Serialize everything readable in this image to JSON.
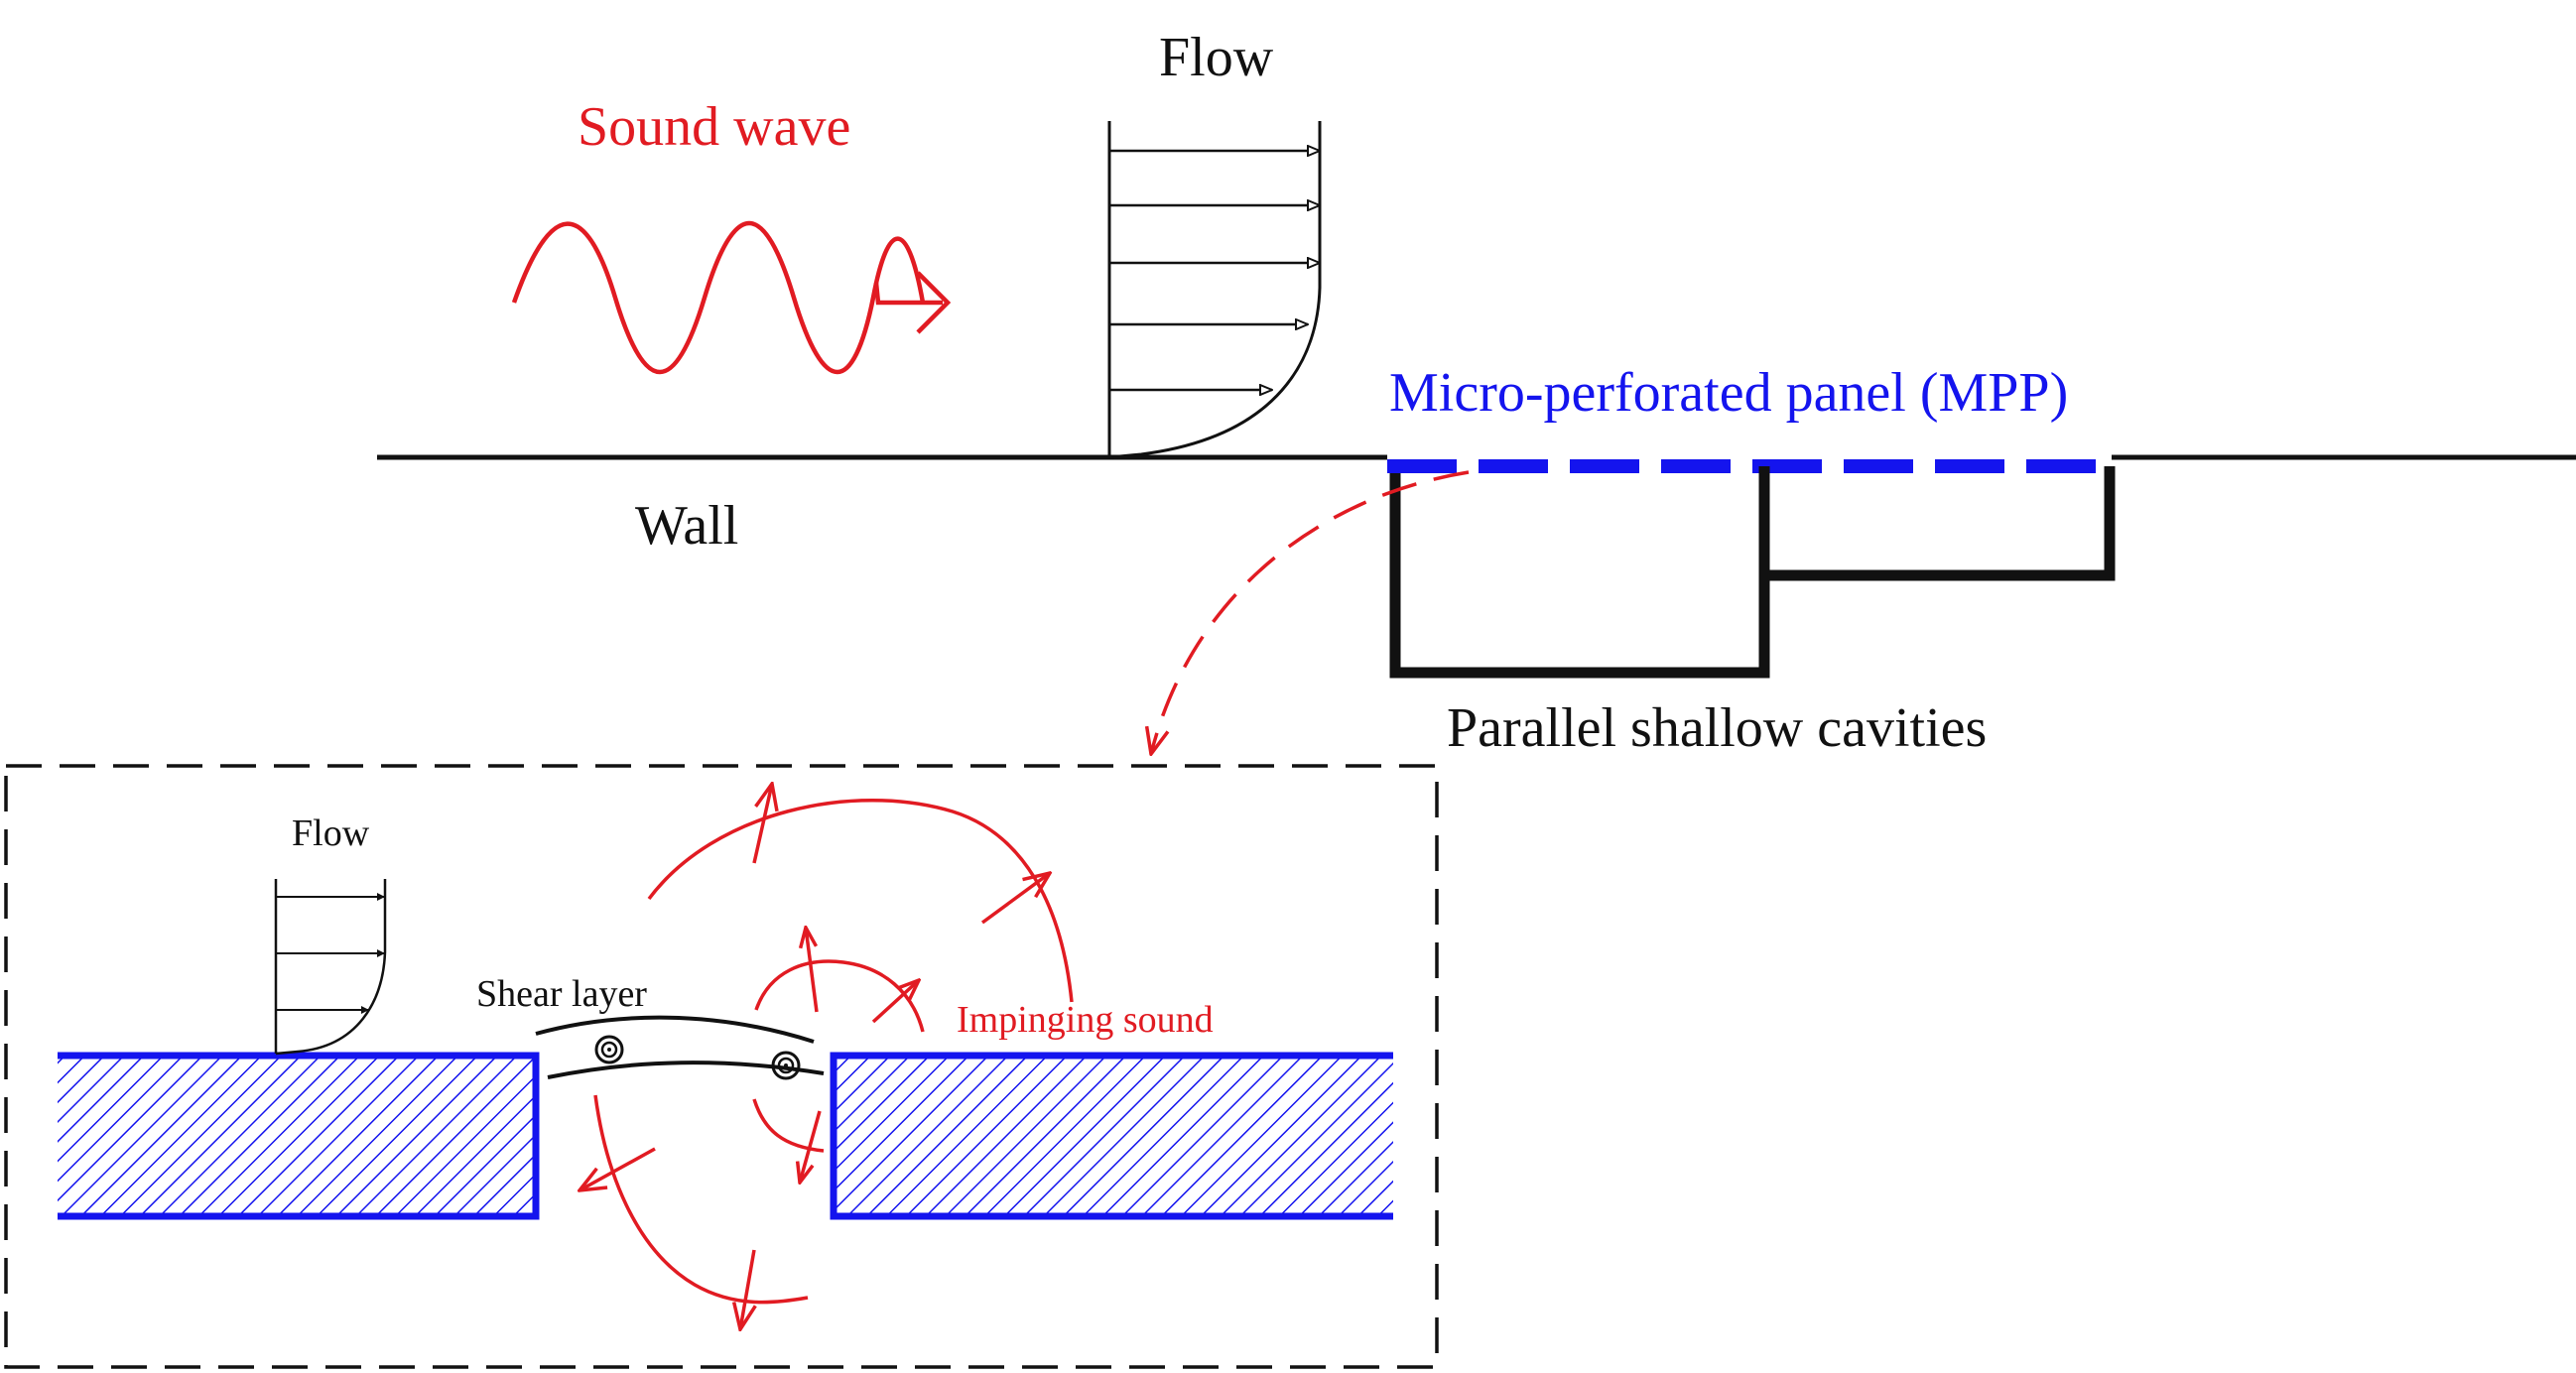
{
  "top": {
    "sound_wave_label": "Sound wave",
    "flow_label": "Flow",
    "mpp_label": "Micro-perforated panel (MPP)",
    "wall_label": "Wall",
    "cavities_label": "Parallel shallow cavities"
  },
  "detail": {
    "flow_label": "Flow",
    "shear_layer_label": "Shear layer",
    "impinging_label": "Impinging sound"
  },
  "colors": {
    "sound": "#e11b22",
    "panel": "#1414ee",
    "ink": "#111111"
  }
}
